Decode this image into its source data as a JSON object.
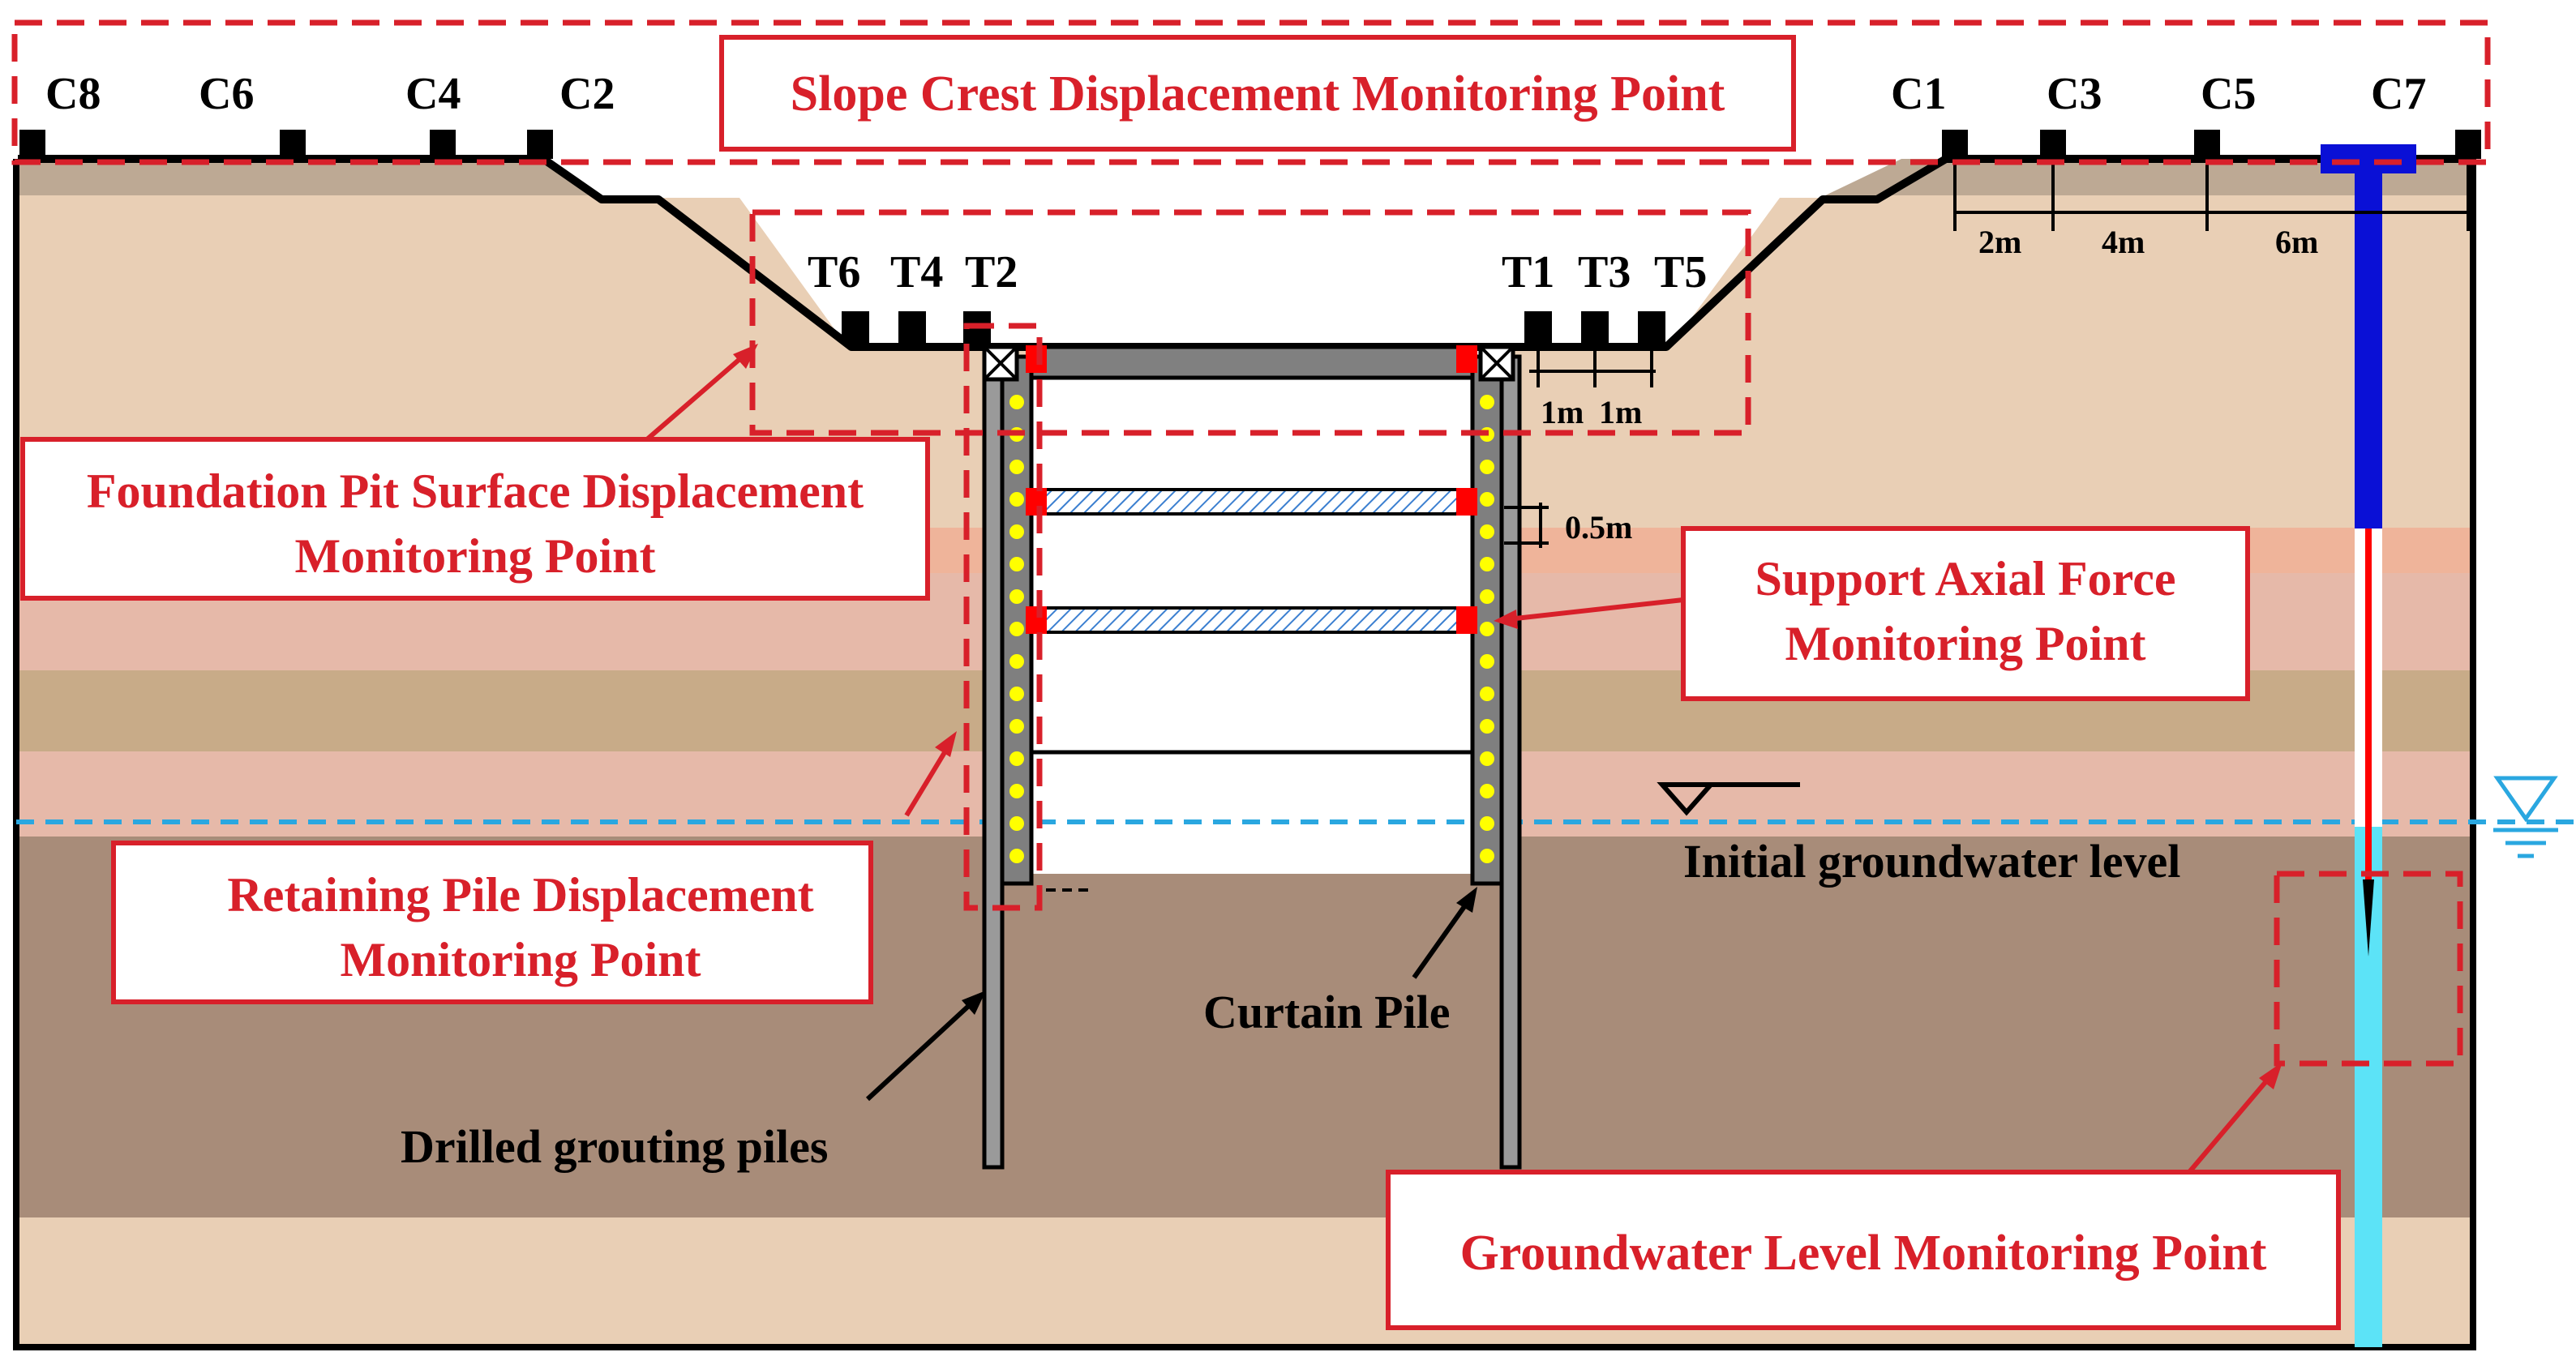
{
  "labels": {
    "slope_crest_title": "Slope Crest Displacement Monitoring Point",
    "pit_surface_line1": "Foundation Pit Surface Displacement",
    "pit_surface_line2": "Monitoring Point",
    "support_axial_line1": "Support Axial Force",
    "support_axial_line2": "Monitoring Point",
    "retaining_pile_line1": "Retaining Pile Displacement",
    "retaining_pile_line2": "Monitoring Point",
    "groundwater_title": "Groundwater Level Monitoring Point",
    "initial_groundwater": "Initial groundwater level",
    "curtain_pile": "Curtain Pile",
    "drilled_piles": "Drilled grouting piles"
  },
  "crest_points_left": [
    "C8",
    "C6",
    "C4",
    "C2"
  ],
  "crest_points_right": [
    "C1",
    "C3",
    "C5",
    "C7"
  ],
  "pit_points_left": [
    "T6",
    "T4",
    "T2"
  ],
  "pit_points_right": [
    "T1",
    "T3",
    "T5"
  ],
  "dimensions": {
    "crest_spacing": [
      "2m",
      "4m",
      "6m"
    ],
    "pit_spacing": [
      "1m",
      "1m"
    ],
    "pile_interval": "0.5m"
  },
  "colors": {
    "soil_top": "#bda994",
    "soil_light": "#e9cfb5",
    "soil_orange": "#efb49a",
    "soil_pink": "#e6b9a9",
    "soil_khaki": "#c8ab88",
    "soil_dark": "#a88c79",
    "accent_red": "#d8202a",
    "water_blue": "#2aa7e0",
    "pipe_blue": "#0a10d6",
    "pipe_cyan": "#5ce3f7",
    "marker_yellow": "#ffff00"
  }
}
